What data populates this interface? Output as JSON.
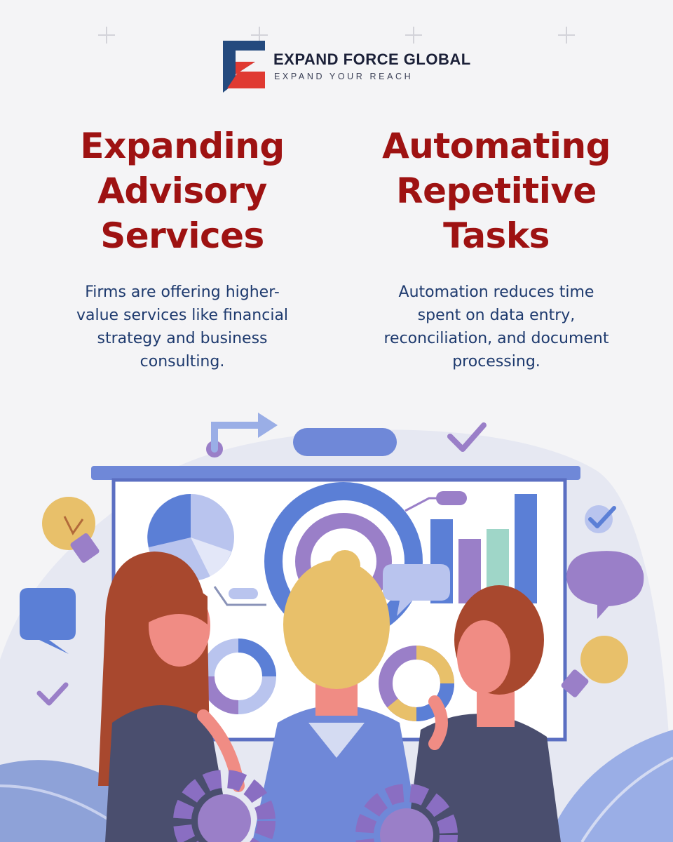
{
  "brand": {
    "name": "EXPAND FORCE GLOBAL",
    "tagline": "EXPAND YOUR REACH"
  },
  "sections": [
    {
      "title_lines": [
        "Expanding",
        "Advisory",
        "Services"
      ],
      "body_lines": [
        "Firms are offering higher-",
        "value services like financial",
        "strategy and business",
        "consulting."
      ]
    },
    {
      "title_lines": [
        "Automating",
        "Repetitive",
        "Tasks"
      ],
      "body_lines": [
        "Automation reduces time",
        "spent on data entry,",
        "reconciliation, and document",
        "processing."
      ]
    }
  ],
  "colors": {
    "heading": "#9e1212",
    "body": "#1e3a6e",
    "brand_blue": "#244a7e",
    "brand_red": "#e03a32",
    "accent_blue": "#5b7fd6",
    "accent_purple": "#9a7fc8"
  },
  "icons": [
    "logo-mark-icon",
    "arrow-icon",
    "check-icon",
    "lightbulb-icon",
    "speech-bubble-icon",
    "gear-icon",
    "leaf-icon",
    "plus-icon"
  ]
}
